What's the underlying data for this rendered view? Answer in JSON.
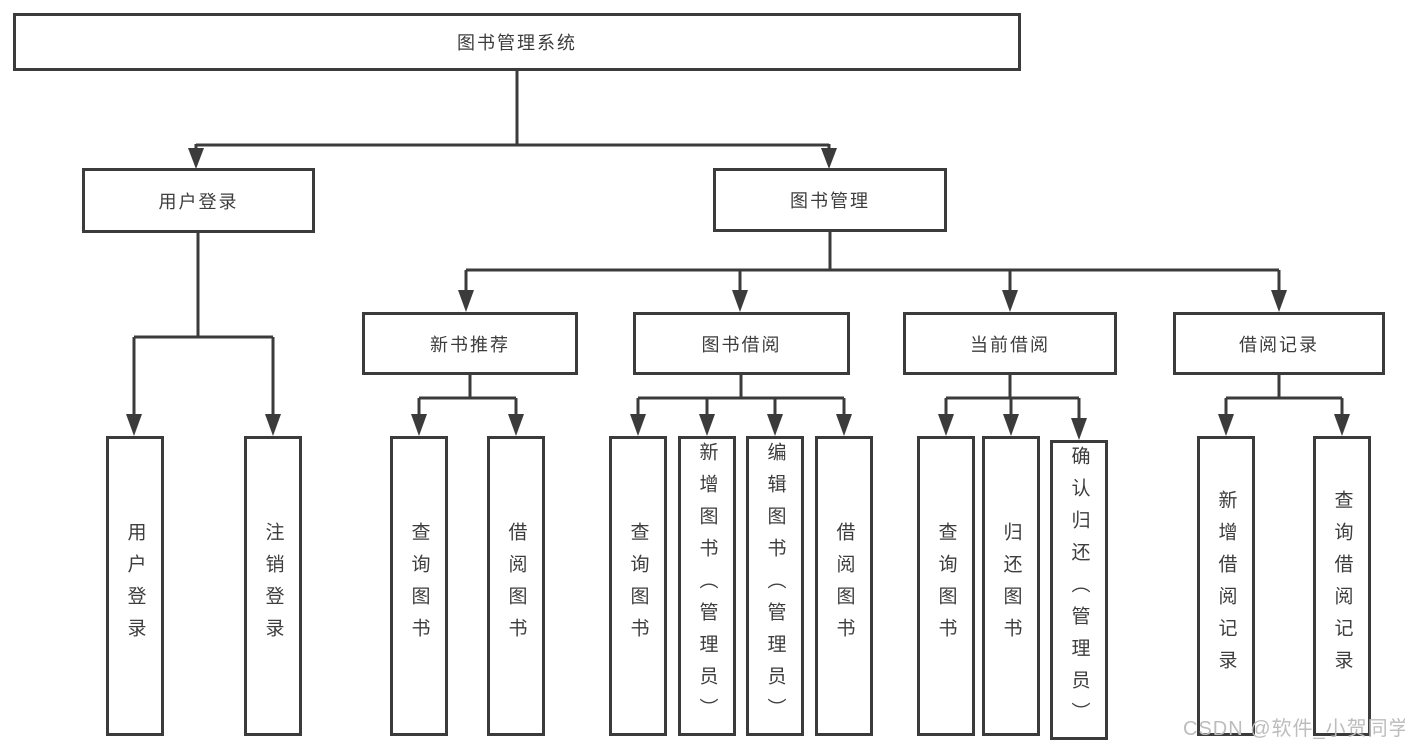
{
  "diagram": {
    "root": {
      "label": "图书管理系统"
    },
    "branches": {
      "user_login": {
        "label": "用户登录",
        "children": [
          "用户登录",
          "注销登录"
        ]
      },
      "book_management": {
        "label": "图书管理",
        "sections": [
          {
            "label": "新书推荐",
            "children": [
              "查询图书",
              "借阅图书"
            ]
          },
          {
            "label": "图书借阅",
            "children": [
              "查询图书",
              "新增图书（管理员）",
              "编辑图书（管理员）",
              "借阅图书"
            ]
          },
          {
            "label": "当前借阅",
            "children": [
              "查询图书",
              "归还图书",
              "确认归还（管理员）"
            ]
          },
          {
            "label": "借阅记录",
            "children": [
              "新增借阅记录",
              "查询借阅记录"
            ]
          }
        ]
      }
    }
  },
  "watermark": "CSDN @软件_小贺同学",
  "colors": {
    "line": "#3b3b3b",
    "box_border": "#3b3b3b",
    "text": "#3d3d3d",
    "watermark": "#bdbdbd",
    "background": "#ffffff"
  }
}
